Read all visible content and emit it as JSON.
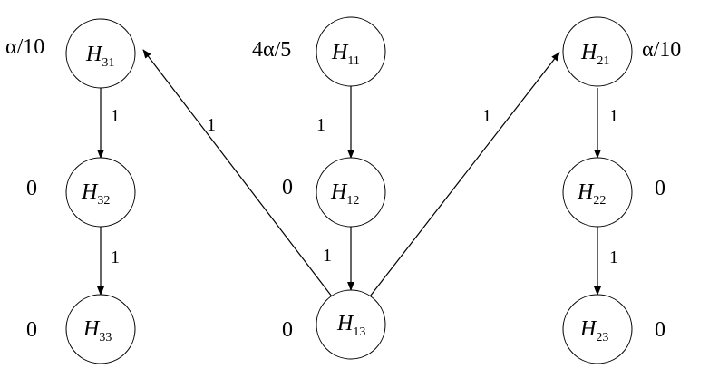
{
  "diagram": {
    "nodes": [
      {
        "id": "H31",
        "letter": "H",
        "sub": "31",
        "weight": "α/10"
      },
      {
        "id": "H32",
        "letter": "H",
        "sub": "32",
        "weight": "0"
      },
      {
        "id": "H33",
        "letter": "H",
        "sub": "33",
        "weight": "0"
      },
      {
        "id": "H11",
        "letter": "H",
        "sub": "11",
        "weight": "4α/5"
      },
      {
        "id": "H12",
        "letter": "H",
        "sub": "12",
        "weight": "0"
      },
      {
        "id": "H13",
        "letter": "H",
        "sub": "13",
        "weight": "0"
      },
      {
        "id": "H21",
        "letter": "H",
        "sub": "21",
        "weight": "α/10"
      },
      {
        "id": "H22",
        "letter": "H",
        "sub": "22",
        "weight": "0"
      },
      {
        "id": "H23",
        "letter": "H",
        "sub": "23",
        "weight": "0"
      }
    ],
    "edges": [
      {
        "from": "H31",
        "to": "H32",
        "label": "1"
      },
      {
        "from": "H32",
        "to": "H33",
        "label": "1"
      },
      {
        "from": "H11",
        "to": "H12",
        "label": "1"
      },
      {
        "from": "H12",
        "to": "H13",
        "label": "1"
      },
      {
        "from": "H21",
        "to": "H22",
        "label": "1"
      },
      {
        "from": "H22",
        "to": "H23",
        "label": "1"
      },
      {
        "from": "H13",
        "to": "H31",
        "label": "1"
      },
      {
        "from": "H13",
        "to": "H21",
        "label": "1"
      }
    ]
  }
}
